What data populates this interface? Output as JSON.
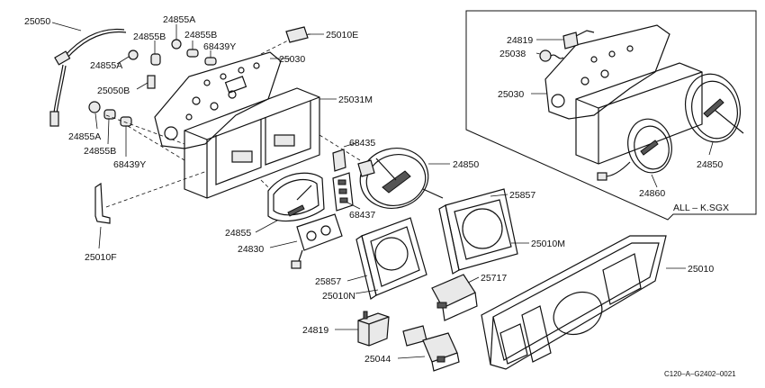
{
  "labels": {
    "l25050": "25050",
    "l24855A_top": "24855A",
    "l24855B_top1": "24855B",
    "l24855B_top2": "24855B",
    "l68439Y_top": "68439Y",
    "l24855A_mid": "24855A",
    "l25050B": "25050B",
    "l24855A_low": "24855A",
    "l24855B_low": "24855B",
    "l68439Y_low": "68439Y",
    "l25010F": "25010F",
    "l25010E": "25010E",
    "l25030": "25030",
    "l25031M": "25031M",
    "l68435": "68435",
    "l24850": "24850",
    "l68437": "68437",
    "l24855": "24855",
    "l24830": "24830",
    "l25857_right": "25857",
    "l25010M": "25010M",
    "l25857_left": "25857",
    "l25010N": "25010N",
    "l25717": "25717",
    "l25010": "25010",
    "l24819": "24819",
    "l25044": "25044"
  },
  "inset": {
    "l24819": "24819",
    "l25038": "25038",
    "l25030": "25030",
    "l24850": "24850",
    "l24860": "24860",
    "note": "ALL – K.SGX"
  },
  "footer_code": "C120–A–G2402–0021"
}
